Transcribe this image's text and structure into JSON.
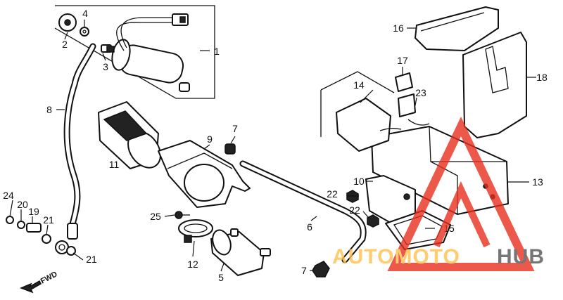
{
  "diagram": {
    "callouts": [
      {
        "id": "1",
        "label": "1"
      },
      {
        "id": "2",
        "label": "2"
      },
      {
        "id": "3",
        "label": "3"
      },
      {
        "id": "4",
        "label": "4"
      },
      {
        "id": "5",
        "label": "5"
      },
      {
        "id": "6",
        "label": "6"
      },
      {
        "id": "7a",
        "label": "7"
      },
      {
        "id": "7b",
        "label": "7"
      },
      {
        "id": "8",
        "label": "8"
      },
      {
        "id": "9",
        "label": "9"
      },
      {
        "id": "10",
        "label": "10"
      },
      {
        "id": "11",
        "label": "11"
      },
      {
        "id": "12",
        "label": "12"
      },
      {
        "id": "13",
        "label": "13"
      },
      {
        "id": "14",
        "label": "14"
      },
      {
        "id": "15",
        "label": "15"
      },
      {
        "id": "16",
        "label": "16"
      },
      {
        "id": "17",
        "label": "17"
      },
      {
        "id": "18",
        "label": "18"
      },
      {
        "id": "19",
        "label": "19"
      },
      {
        "id": "20",
        "label": "20"
      },
      {
        "id": "21a",
        "label": "21"
      },
      {
        "id": "21b",
        "label": "21"
      },
      {
        "id": "22a",
        "label": "22"
      },
      {
        "id": "22b",
        "label": "22"
      },
      {
        "id": "23",
        "label": "23"
      },
      {
        "id": "24",
        "label": "24"
      },
      {
        "id": "25",
        "label": "25"
      }
    ],
    "direction_marker": "FWD"
  },
  "watermark": {
    "brand_part1": "AUTOMOTO",
    "brand_part2": "HUB",
    "color_primary": "#e8301f",
    "color_secondary": "#ffc14d",
    "color_tertiary": "#555555"
  }
}
